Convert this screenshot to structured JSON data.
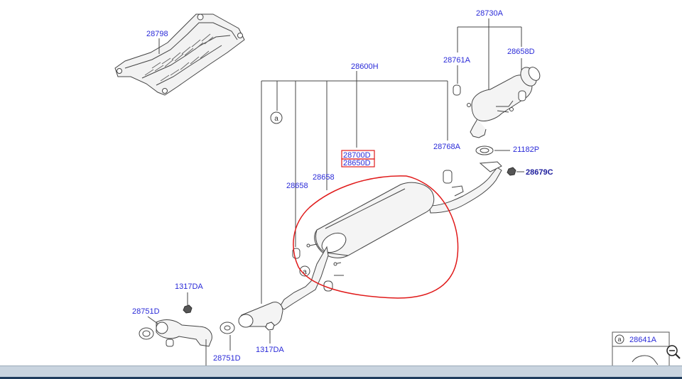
{
  "diagram": {
    "labels": {
      "p28798": "28798",
      "p28730A": "28730A",
      "p28761A": "28761A",
      "p28658D": "28658D",
      "p28600H": "28600H",
      "p28768A": "28768A",
      "p21182P": "21182P",
      "p28679C": "28679C",
      "p28700D": "28700D",
      "p28650D": "28650D",
      "p28658_left": "28658",
      "p28658_right": "28658",
      "p1317DA_top": "1317DA",
      "p28751D_left": "28751D",
      "p28751D_bottom": "28751D",
      "p1317DA_bottom": "1317DA",
      "p28641A": "28641A"
    },
    "callout_letter": "a",
    "colors": {
      "label": "#2a2ad8",
      "highlight": "#e01a1a",
      "line": "#444444"
    }
  },
  "viewer_controls": {
    "zoom_icon": "zoom-out-icon"
  }
}
